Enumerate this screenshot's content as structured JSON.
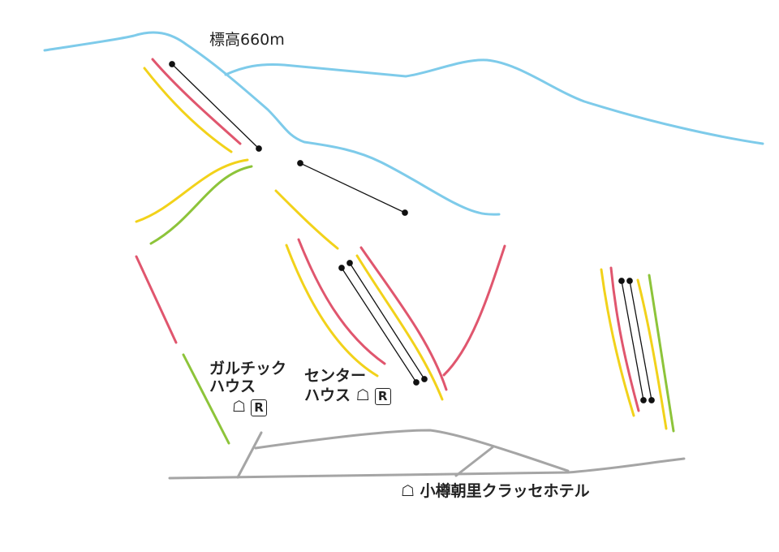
{
  "elevation_label": "標高660m",
  "facilities": [
    {
      "name_line1": "ガルチック",
      "name_line2": "ハウス",
      "icon": "house-icon",
      "badge": "R"
    },
    {
      "name_line1": "センター",
      "name_line2": "ハウス",
      "icon": "house-icon",
      "badge": "R"
    }
  ],
  "hotel": {
    "name": "小樽朝里クラッセホテル",
    "icon": "house-icon"
  },
  "house_glyph": "☖",
  "colors": {
    "ridge": "#7ecbea",
    "expert": "#e0566e",
    "intermediate": "#f2d21a",
    "beginner": "#8dc43a",
    "road": "#a5a5a5",
    "lift": "#111111"
  }
}
